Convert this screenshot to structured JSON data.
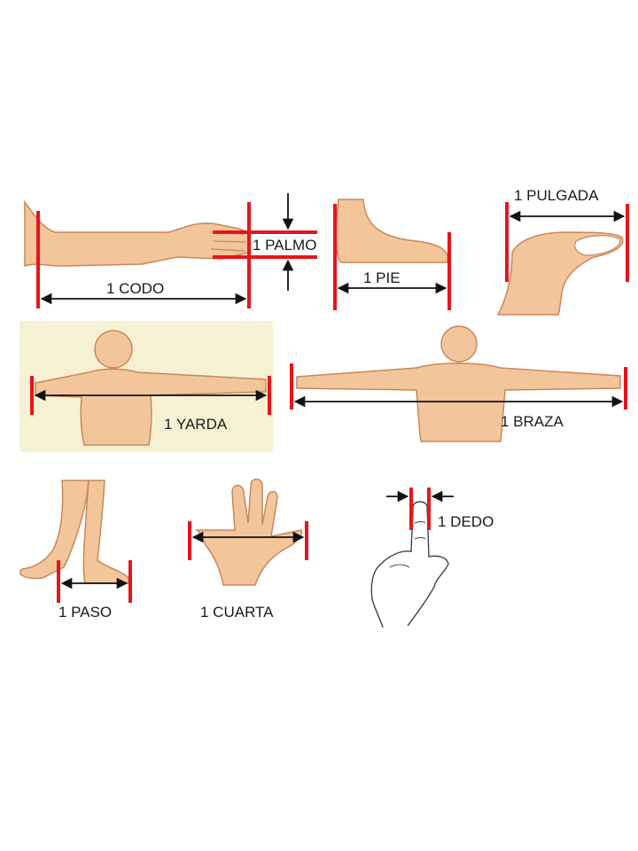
{
  "labels": {
    "codo": "1 CODO",
    "palmo": "1 PALMO",
    "pie": "1 PIE",
    "pulgada": "1 PULGADA",
    "yarda": "1 YARDA",
    "braza": "1 BRAZA",
    "paso": "1 PASO",
    "cuarta": "1 CUARTA",
    "dedo": "1 DEDO"
  },
  "colors": {
    "skin": "#f3c59a",
    "skin_outline": "#c9875a",
    "marker": "#e8141c",
    "arrow": "#111111",
    "yarda_background": "#f7f1d4"
  }
}
